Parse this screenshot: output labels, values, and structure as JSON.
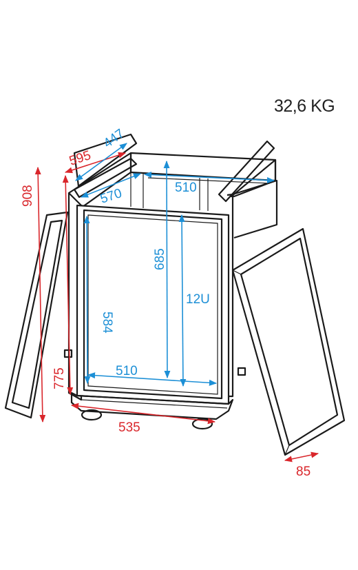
{
  "weight": "32,6 KG",
  "dimensions": {
    "total_height": "908",
    "body_height": "775",
    "depth_top": "595",
    "lid_length": "447",
    "inner_depth": "570",
    "inner_width_top": "510",
    "inner_width_bottom": "510",
    "inner_height": "685",
    "door_height": "584",
    "rack_units": "12U",
    "base_width": "535",
    "door_thickness": "85"
  },
  "colors": {
    "red_dimension": "#d9262b",
    "blue_dimension": "#1c8fd6",
    "outline": "#1a1a1a"
  }
}
